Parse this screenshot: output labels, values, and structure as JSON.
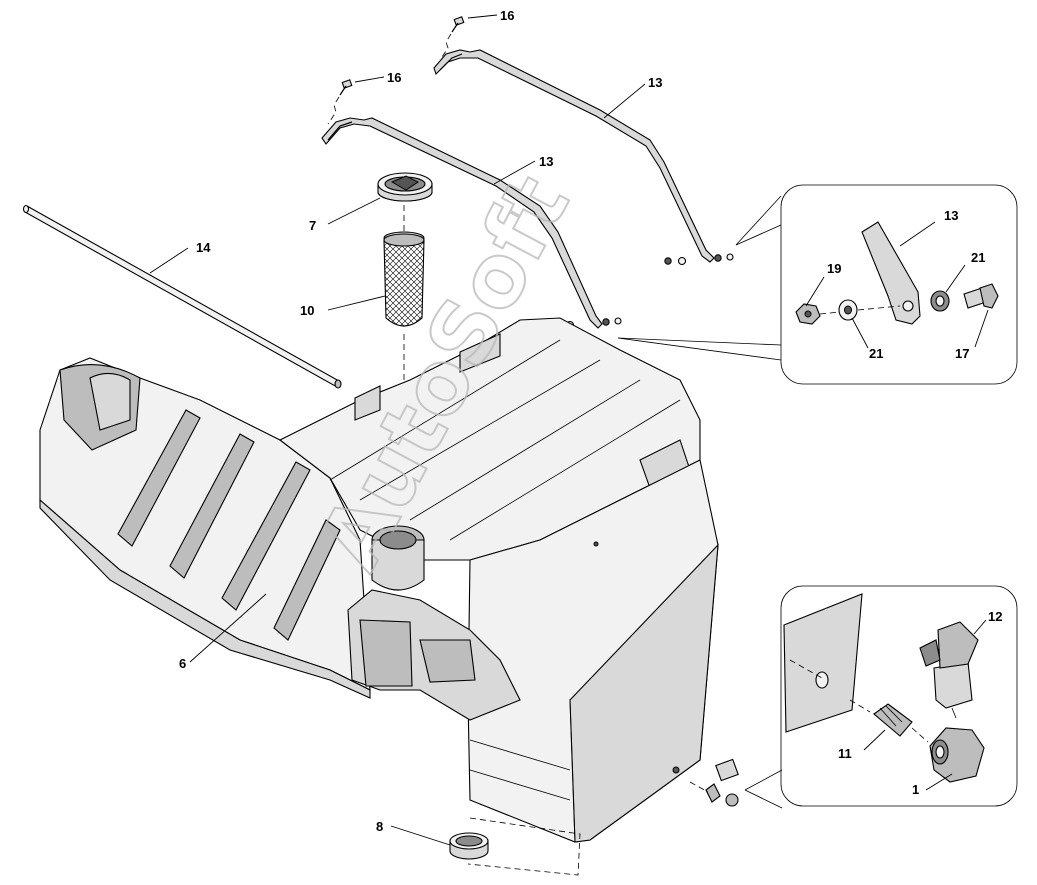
{
  "watermark": "AutoSoft",
  "callouts": {
    "c1": "1",
    "c6": "6",
    "c7": "7",
    "c8": "8",
    "c10": "10",
    "c11": "11",
    "c12": "12",
    "c13a": "13",
    "c13b": "13",
    "c13c": "13",
    "c14": "14",
    "c16a": "16",
    "c16b": "16",
    "c17": "17",
    "c19": "19",
    "c21a": "21",
    "c21b": "21"
  }
}
